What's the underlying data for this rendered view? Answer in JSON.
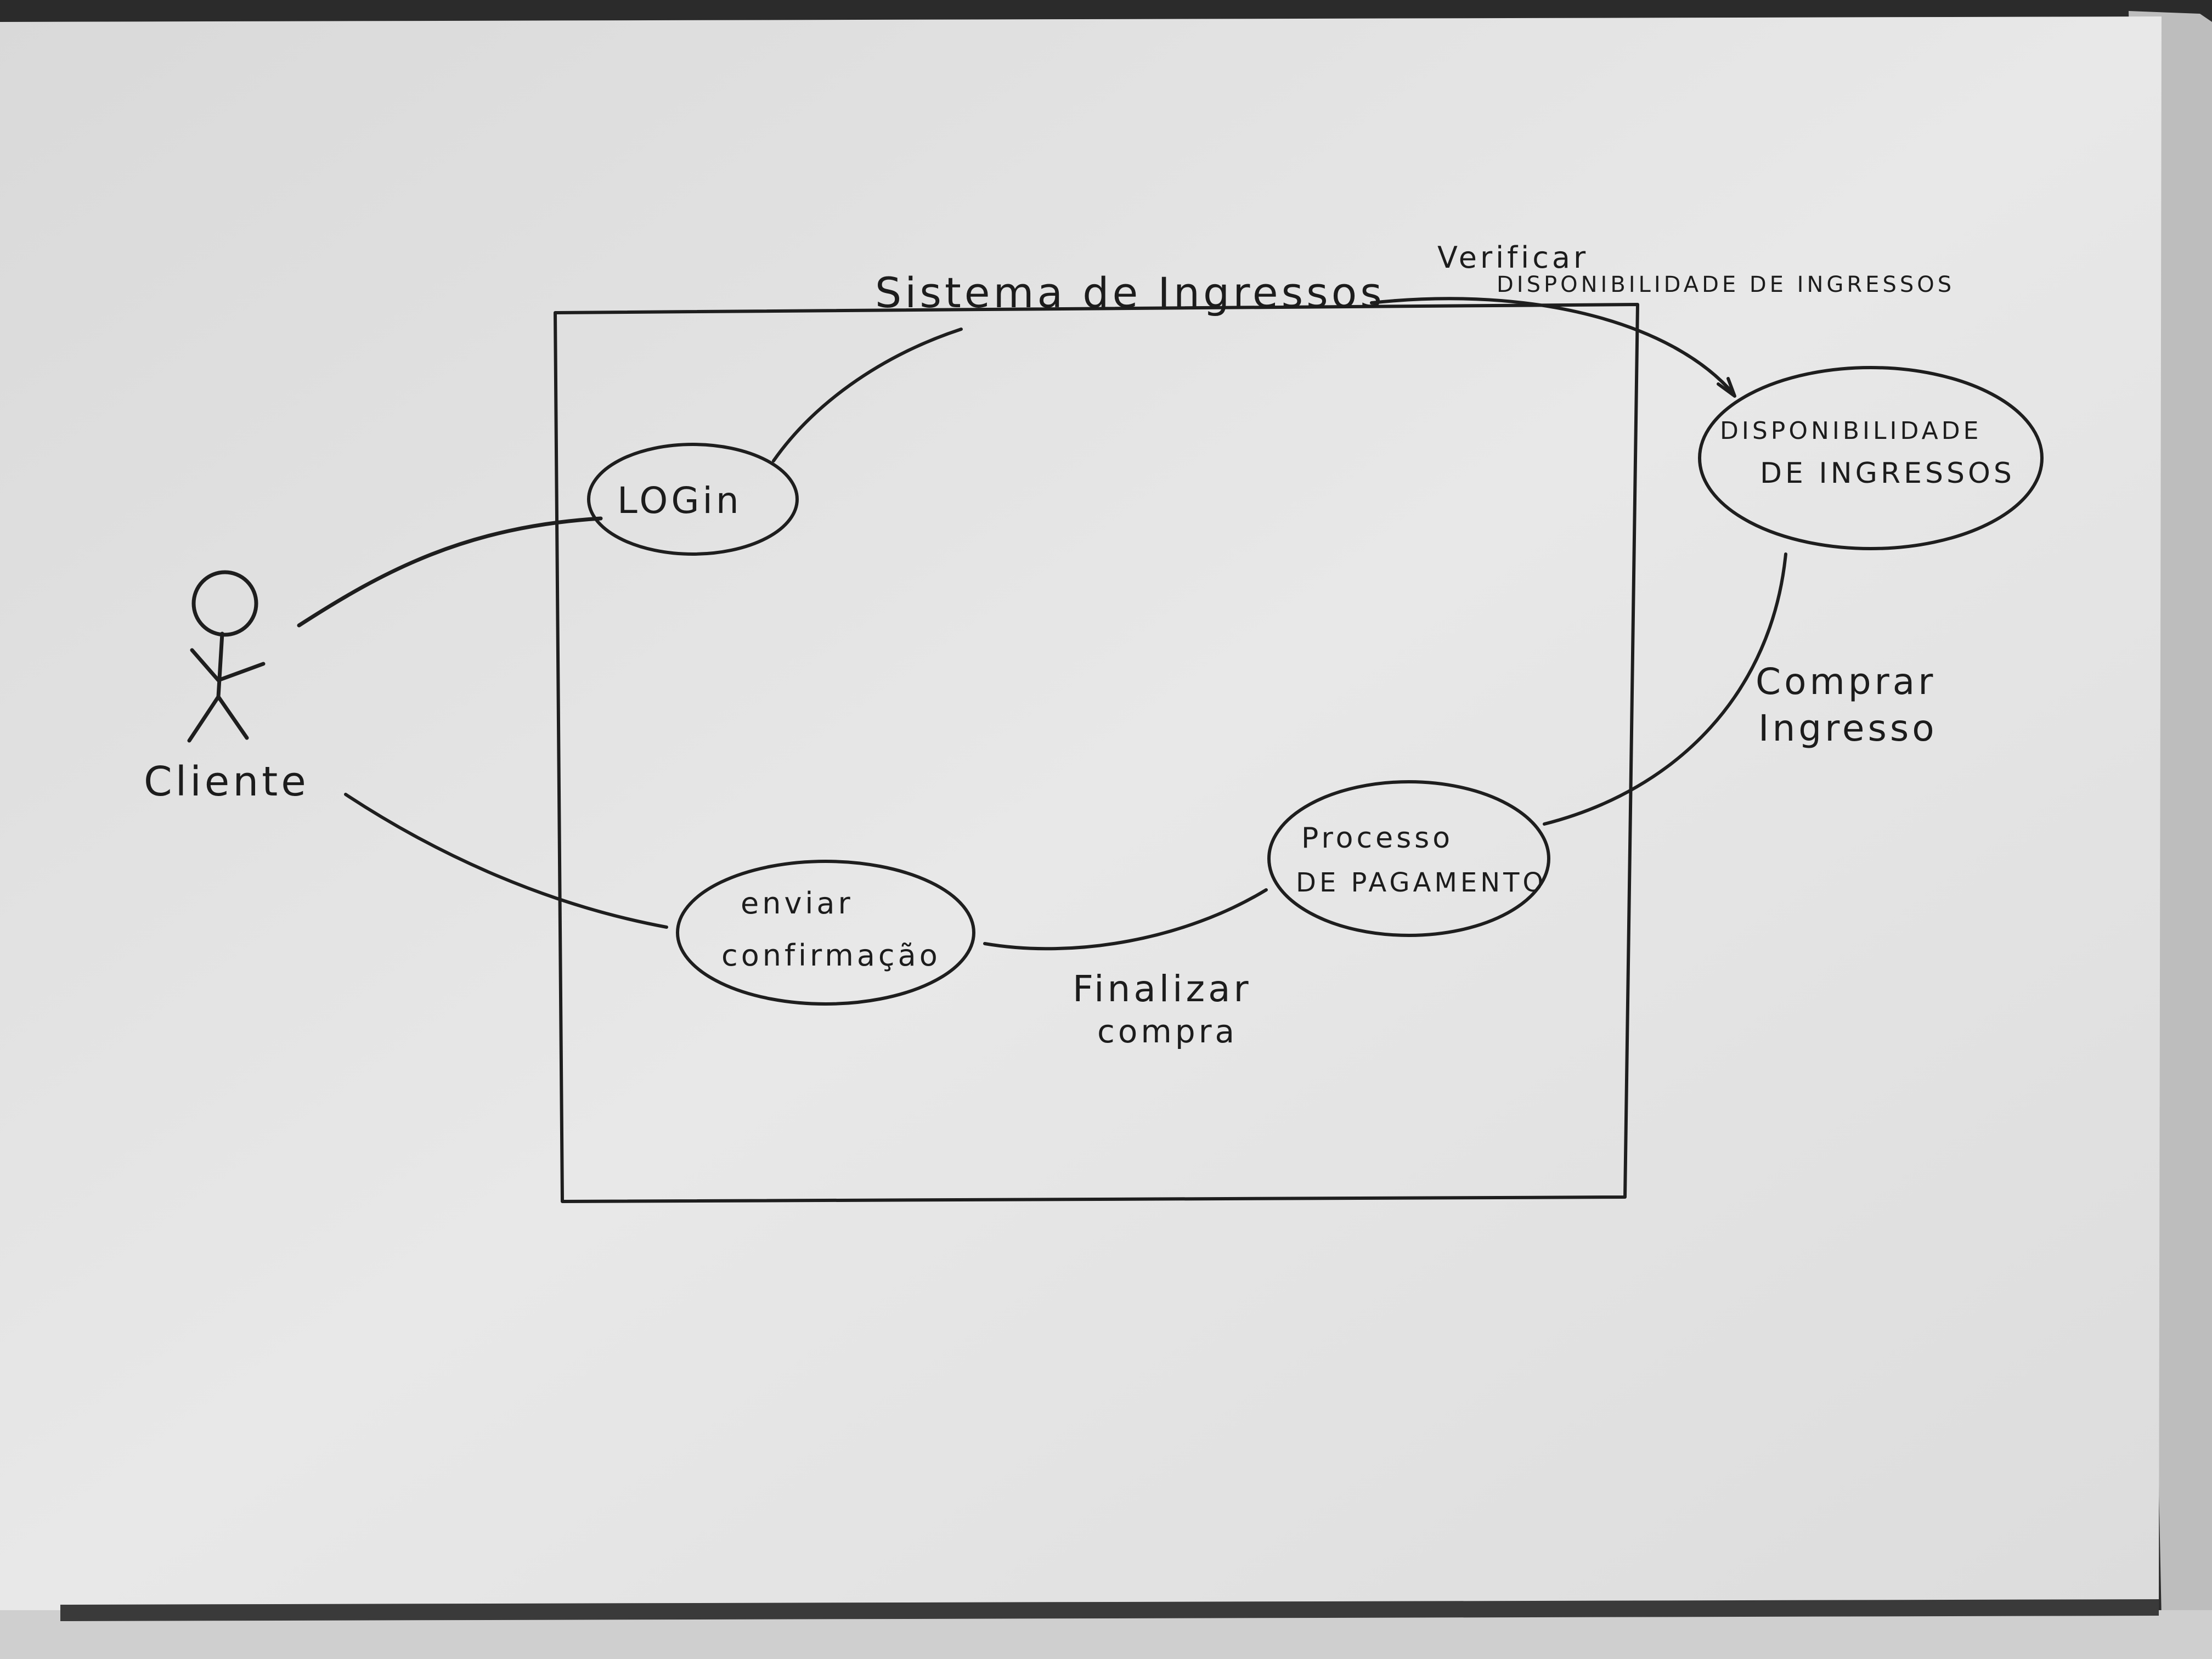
{
  "diagram": {
    "system_title": "Sistema de Ingressos",
    "actor": {
      "label": "Cliente"
    },
    "use_cases": [
      {
        "id": "login",
        "lines": [
          "LOGin"
        ]
      },
      {
        "id": "disponibilidade",
        "lines": [
          "DISPONIBILIDADE",
          "DE INGRESSOS"
        ]
      },
      {
        "id": "pagamento",
        "lines": [
          "Processo",
          "DE PAGAMENTO"
        ]
      },
      {
        "id": "confirmacao",
        "lines": [
          "enviar",
          "confirmação"
        ]
      }
    ],
    "relations": [
      {
        "id": "verificar",
        "lines": [
          "Verificar",
          "DISPONIBILIDADE DE INGRESSOS"
        ]
      },
      {
        "id": "comprar",
        "lines": [
          "Comprar",
          "Ingresso"
        ]
      },
      {
        "id": "finalizar",
        "lines": [
          "Finalizar",
          "compra"
        ]
      }
    ]
  },
  "colors": {
    "paper": "#e6e6e6",
    "ink": "#1e1e1e",
    "background": "#2c2c2c"
  }
}
